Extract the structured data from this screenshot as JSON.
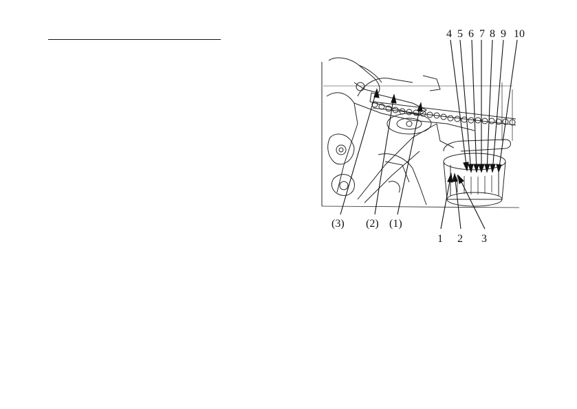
{
  "figure": {
    "part_labels": [
      {
        "id": "p1",
        "text": "(1)"
      },
      {
        "id": "p2",
        "text": "(2)"
      },
      {
        "id": "p3",
        "text": "(3)"
      }
    ],
    "scale_numbers_top": [
      "4",
      "5",
      "6",
      "7",
      "8",
      "9",
      "10"
    ],
    "scale_numbers_bottom": [
      "1",
      "2",
      "3"
    ]
  }
}
